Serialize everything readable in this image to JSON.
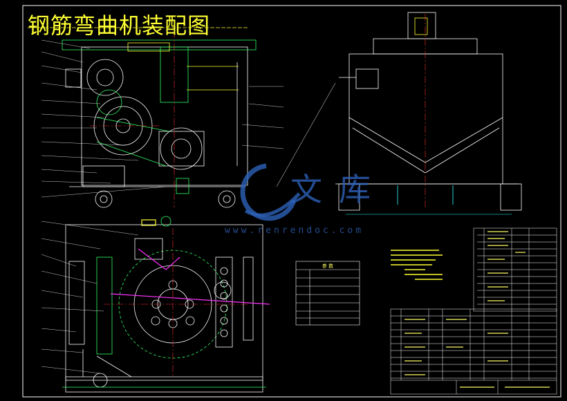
{
  "title": "钢筋弯曲机装配图",
  "watermark": {
    "chars": [
      "文",
      "库"
    ],
    "url": "www.renrendoc.com"
  },
  "tech_params_table": {
    "header": "参 数"
  },
  "colors": {
    "frame": "#ffffff",
    "linework": "#ffffff",
    "section": "#33ff66",
    "hatch": "#ffff33",
    "centerline": "#ff3333",
    "dimension": "#33ffff",
    "highlight": "#ff33ff",
    "title_text": "#ffff33",
    "watermark": "#2d61b8"
  }
}
